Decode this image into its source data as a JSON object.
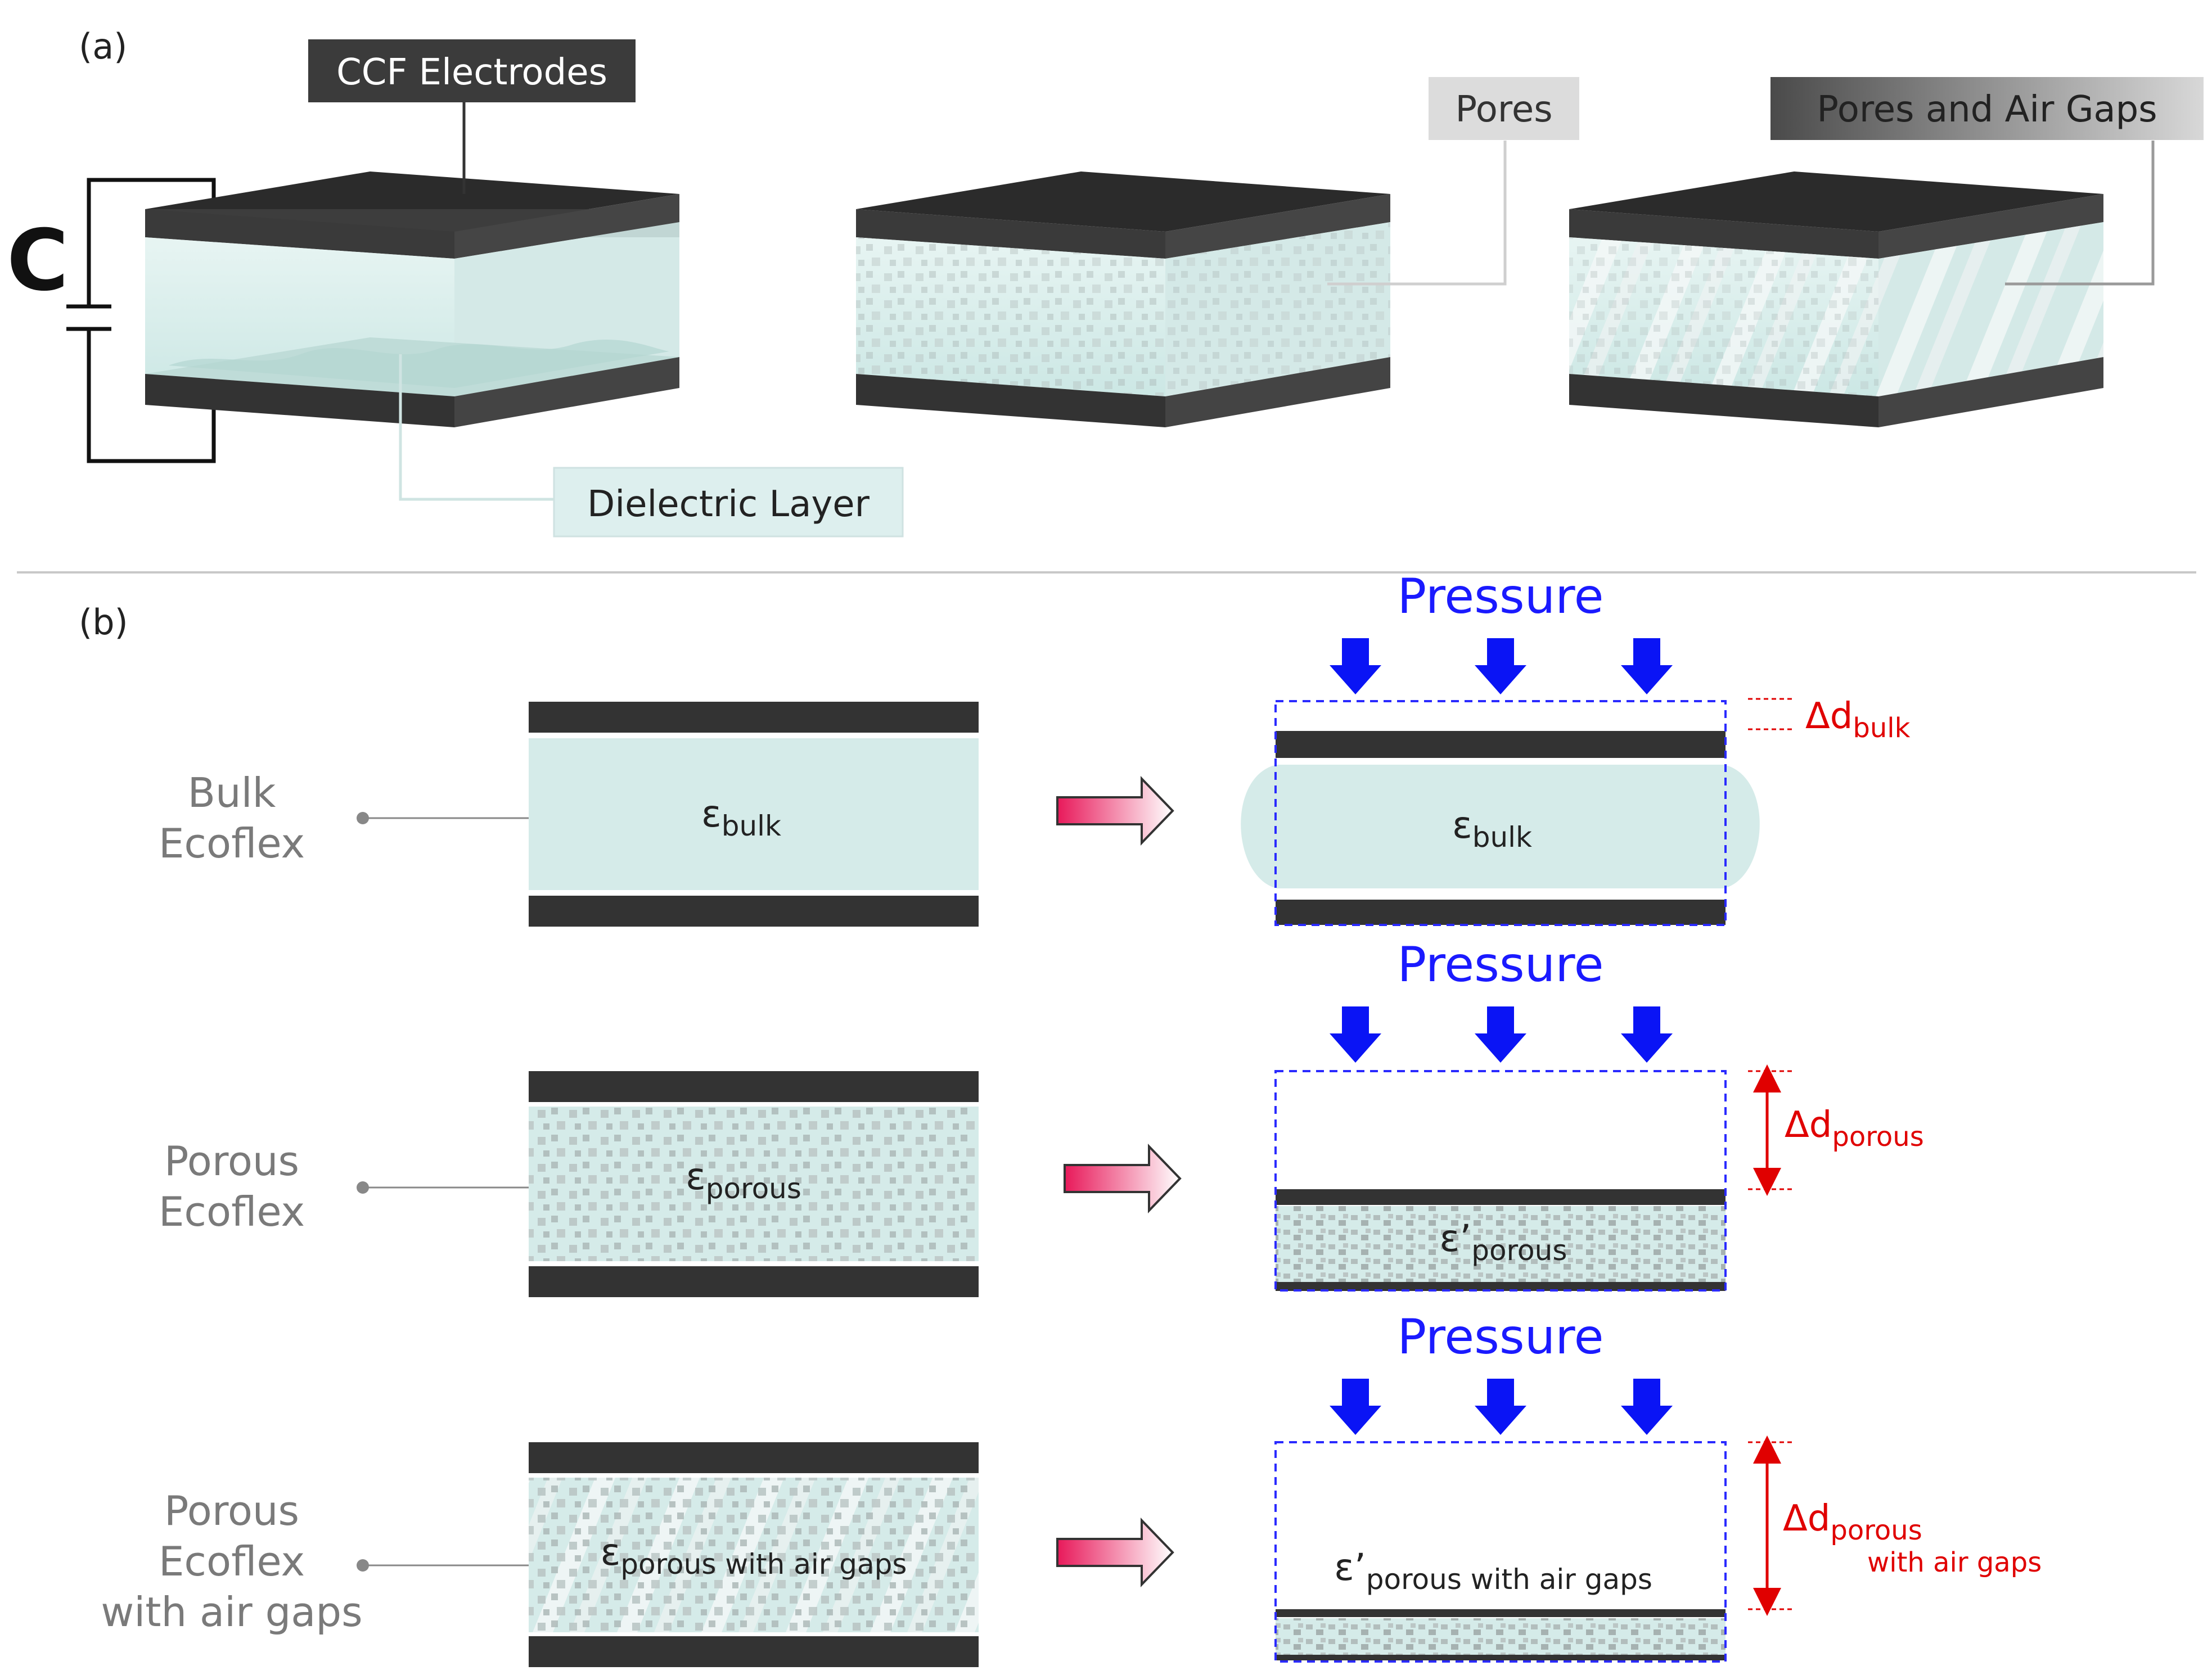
{
  "panel_a": {
    "label": "(a)",
    "capacitor_symbol": "C",
    "callouts": {
      "electrodes": "CCF Electrodes",
      "dielectric": "Dielectric Layer",
      "pores": "Pores",
      "pores_air_gaps": "Pores and Air Gaps"
    }
  },
  "panel_b": {
    "label": "(b)",
    "pressure_label": "Pressure",
    "rows": [
      {
        "label_lines": [
          "Bulk",
          "Ecoflex"
        ],
        "eps_before": {
          "symbol": "ε",
          "sub": "bulk"
        },
        "eps_after": {
          "symbol": "ε",
          "sub": "bulk"
        },
        "delta": {
          "symbol": "Δd",
          "sub": "bulk",
          "sub2": ""
        }
      },
      {
        "label_lines": [
          "Porous",
          "Ecoflex"
        ],
        "eps_before": {
          "symbol": "ε",
          "sub": "porous"
        },
        "eps_after": {
          "symbol": "ε’",
          "sub": "porous"
        },
        "delta": {
          "symbol": "Δd",
          "sub": "porous",
          "sub2": ""
        }
      },
      {
        "label_lines": [
          "Porous",
          "Ecoflex",
          "with air gaps"
        ],
        "eps_before": {
          "symbol": "ε",
          "sub": "porous with air gaps"
        },
        "eps_after": {
          "symbol": "ε’",
          "sub": "porous with air gaps"
        },
        "delta": {
          "symbol": "Δd",
          "sub": "porous",
          "sub2": "with air gaps"
        }
      }
    ]
  },
  "colors": {
    "electrode": "#3a3a3a",
    "electrode_top": "#2e2e2e",
    "dielectric": "#d3ebe9",
    "pore": "#b9c4c3",
    "pressure_arrow": "#0a14f5",
    "dashed_box": "#2a2aff",
    "delta": "#e00000",
    "row_label": "#7a7a7a"
  }
}
